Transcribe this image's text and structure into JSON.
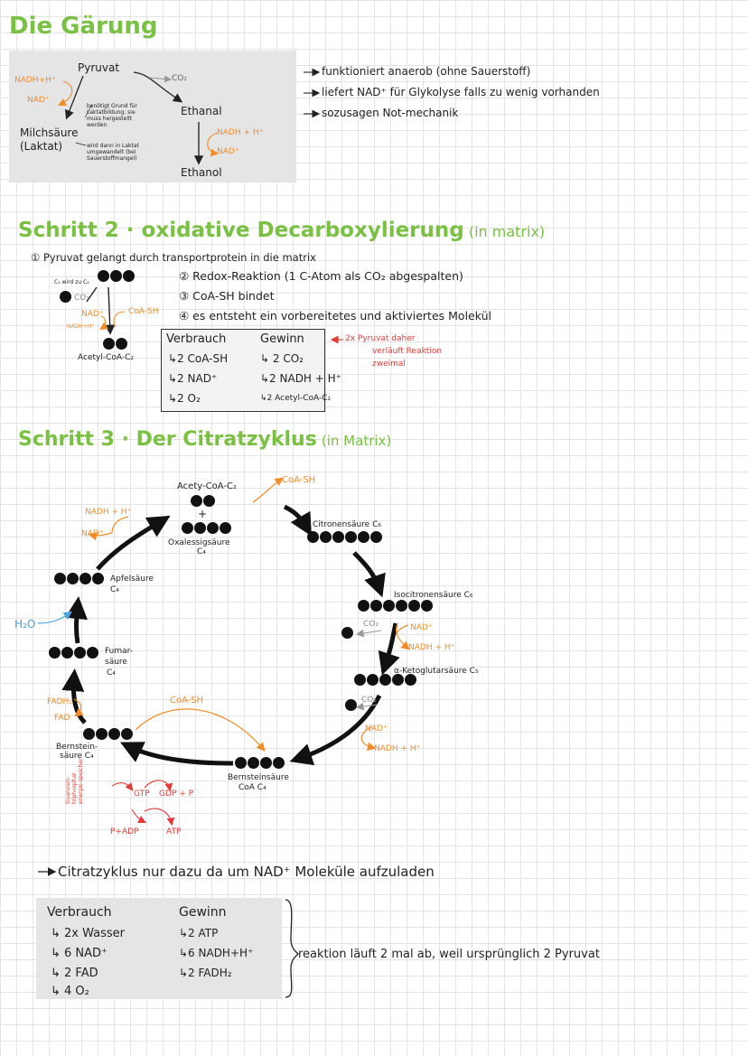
{
  "fermentation": {
    "title": "Die Gärung",
    "pyruvat": "Pyruvat",
    "co2": "CO₂",
    "ethanal": "Ethanal",
    "ethanol": "Ethanol",
    "nadh_h": "NADH+H⁺",
    "nad": "NAD⁺",
    "nadh_h2": "NADH + H⁺",
    "nad2": "NAD⁺",
    "milchsaeure": "Milchsäure",
    "laktat": "(Laktat)",
    "note_small1": "benötigt Grund für Laktatbildung; sie muss hergestellt werden",
    "note_small2": "wird dann in Laktat umgewandelt (bei Sauerstoffmangel)",
    "bullets": [
      "funktioniert anaerob (ohne Sauerstoff)",
      "liefert NAD⁺ für Glykolyse falls zu wenig vorhanden",
      "sozusagen Not-mechanik"
    ]
  },
  "step2": {
    "title_bold": "Schritt 2 · oxidative Decarboxylierung",
    "title_paren": "(in matrix)",
    "point1": "① Pyruvat gelangt durch transportprotein in die matrix",
    "points": [
      "② Redox-Reaktion (1 C-Atom als CO₂ abgespalten)",
      "③ CoA-SH bindet",
      "④ es entsteht ein vorbereitetes und aktiviertes Molekül"
    ],
    "c3_c2": "C₃ wird zu C₂",
    "co2": "CO₂",
    "nad": "NAD⁺",
    "nadh": "NADH+H⁺",
    "coa_sh": "CoA-SH",
    "acetyl": "Acetyl-CoA-C₂",
    "table": {
      "head_left": "Verbrauch",
      "head_right": "Gewinn",
      "left": [
        "↳2 CoA-SH",
        "↳2 NAD⁺",
        "↳2 O₂"
      ],
      "right": [
        "↳ 2 CO₂",
        "↳2 NADH + H⁺",
        "↳2 Acetyl-CoA-C₂"
      ]
    },
    "side_note": [
      "2x Pyruvat daher",
      "verläuft Reaktion",
      "zweimal"
    ]
  },
  "step3": {
    "title_bold": "Schritt 3 · Der Citratzyklus",
    "title_paren": "(in Matrix)",
    "acetyl": "Acety-CoA-C₂",
    "plus": "+",
    "oxal": "Oxalessigsäure",
    "oxal_c": "C₄",
    "coa_sh_top": "CoA-SH",
    "citronen": "Citronensäure C₆",
    "isocitronen": "Isocitronensäure C₆",
    "co2_a": "CO₂",
    "nad_a": "NAD⁺",
    "nadh_a": "NADH + H⁺",
    "keto": "α-Ketoglutarsäure C₅",
    "co2_b": "CO₂",
    "nad_b": "NAD⁺",
    "nadh_b": "NADH + H⁺",
    "bernstein_coa": "Bernsteinsäure",
    "bernstein_coa_c": "CoA C₄",
    "coa_sh_mid": "CoA-SH",
    "bernstein": "Bernstein-",
    "bernstein2": "säure C₄",
    "gtp": "GTP",
    "gdp": "GDP + P",
    "padp": "P+ADP",
    "atp": "ATP",
    "red_note": "Guanosin-triphosphat energie-speicher",
    "fadh2": "FADH₂",
    "fad": "FAD",
    "fumar1": "Fumar-",
    "fumar2": "säure",
    "fumar_c": "C₄",
    "h2o": "H₂O",
    "apfel": "Apfelsäure",
    "apfel_c": "C₄",
    "nadh_left": "NADH + H⁺",
    "nad_left": "NAD⁺",
    "summary_line": "Citratzyklus nur dazu da um NAD⁺ Moleküle aufzuladen",
    "table": {
      "head_left": "Verbrauch",
      "head_right": "Gewinn",
      "left": [
        "↳ 2x Wasser",
        "↳ 6 NAD⁺",
        "↳ 2 FAD",
        "↳ 4 O₂"
      ],
      "right": [
        "↳2 ATP",
        "↳6 NADH+H⁺",
        "↳2 FADH₂"
      ]
    },
    "brace_note": "reaktion läuft 2 mal ab, weil ursprünglich 2 Pyruvat"
  }
}
